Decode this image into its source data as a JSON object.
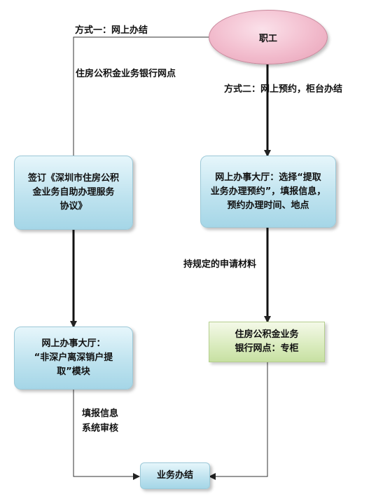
{
  "start": {
    "label": "职工"
  },
  "labels": {
    "method1": "方式一：网上办结",
    "bank_outlet": "住房公积金业务银行网点",
    "method2": "方式二：网上预约，柜台办结",
    "materials": "持规定的申请材料",
    "fill_info": "填报信息\n系统审核"
  },
  "boxes": {
    "sign_agreement": "签订《深圳市住房公积\n金业务自助办理服务\n协议》",
    "online_hall_left": "网上办事大厅：\n“非深户离深销户提\n取”模块",
    "online_hall_right": "网上办事大厅：选择“提取\n业务办理预约”，填报信息，\n预约办理时间、地点",
    "bank_counter": "住房公积金业务\n银行网点：专柜",
    "done": "业务办结"
  },
  "colors": {
    "line": "#222222",
    "ellipse": "#f2bccd",
    "process_box": "#bfe3ef",
    "counter_box": "#d9ebbd"
  }
}
